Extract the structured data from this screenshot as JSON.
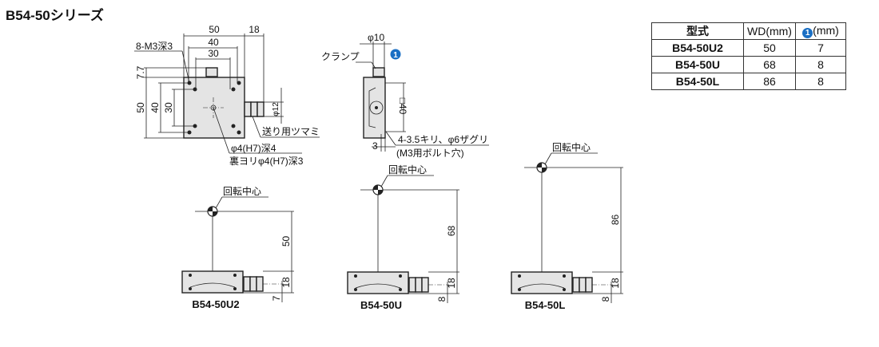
{
  "title": "B54-50シリーズ",
  "table": {
    "headers": [
      "型式",
      "WD(mm)",
      "(mm)"
    ],
    "badge": "1",
    "rows": [
      {
        "model": "B54-50U2",
        "wd": "50",
        "d1": "7"
      },
      {
        "model": "B54-50U",
        "wd": "68",
        "d1": "8"
      },
      {
        "model": "B54-50L",
        "wd": "86",
        "d1": "8"
      }
    ]
  },
  "top_view": {
    "dims": {
      "w50": "50",
      "w18": "18",
      "w40": "40",
      "w30": "30",
      "h77": "7.7",
      "h50": "50",
      "h40": "40",
      "h30": "30",
      "phi12": "φ12"
    },
    "notes": {
      "tap": "8-M3深3",
      "knob": "送り用ツマミ",
      "hole1": "φ4(H7)深4",
      "hole2": "裏ヨリφ4(H7)深3"
    }
  },
  "side_view": {
    "dims": {
      "phi10": "φ10",
      "sq40": "□40",
      "d3": "3"
    },
    "badge": "1",
    "notes": {
      "clamp": "クランプ",
      "holes1": "4-3.5キリ、φ6ザグリ",
      "holes2": "(M3用ボルト穴)"
    }
  },
  "front_views": [
    {
      "model": "B54-50U2",
      "center": "回転中心",
      "wd": "50",
      "h": "18",
      "d1": "7"
    },
    {
      "model": "B54-50U",
      "center": "回転中心",
      "wd": "68",
      "h": "18",
      "d1": "8"
    },
    {
      "model": "B54-50L",
      "center": "回転中心",
      "wd": "86",
      "h": "18",
      "d1": "8"
    }
  ],
  "colors": {
    "badge": "#1a6fc4",
    "body": "#e4e4e4"
  }
}
